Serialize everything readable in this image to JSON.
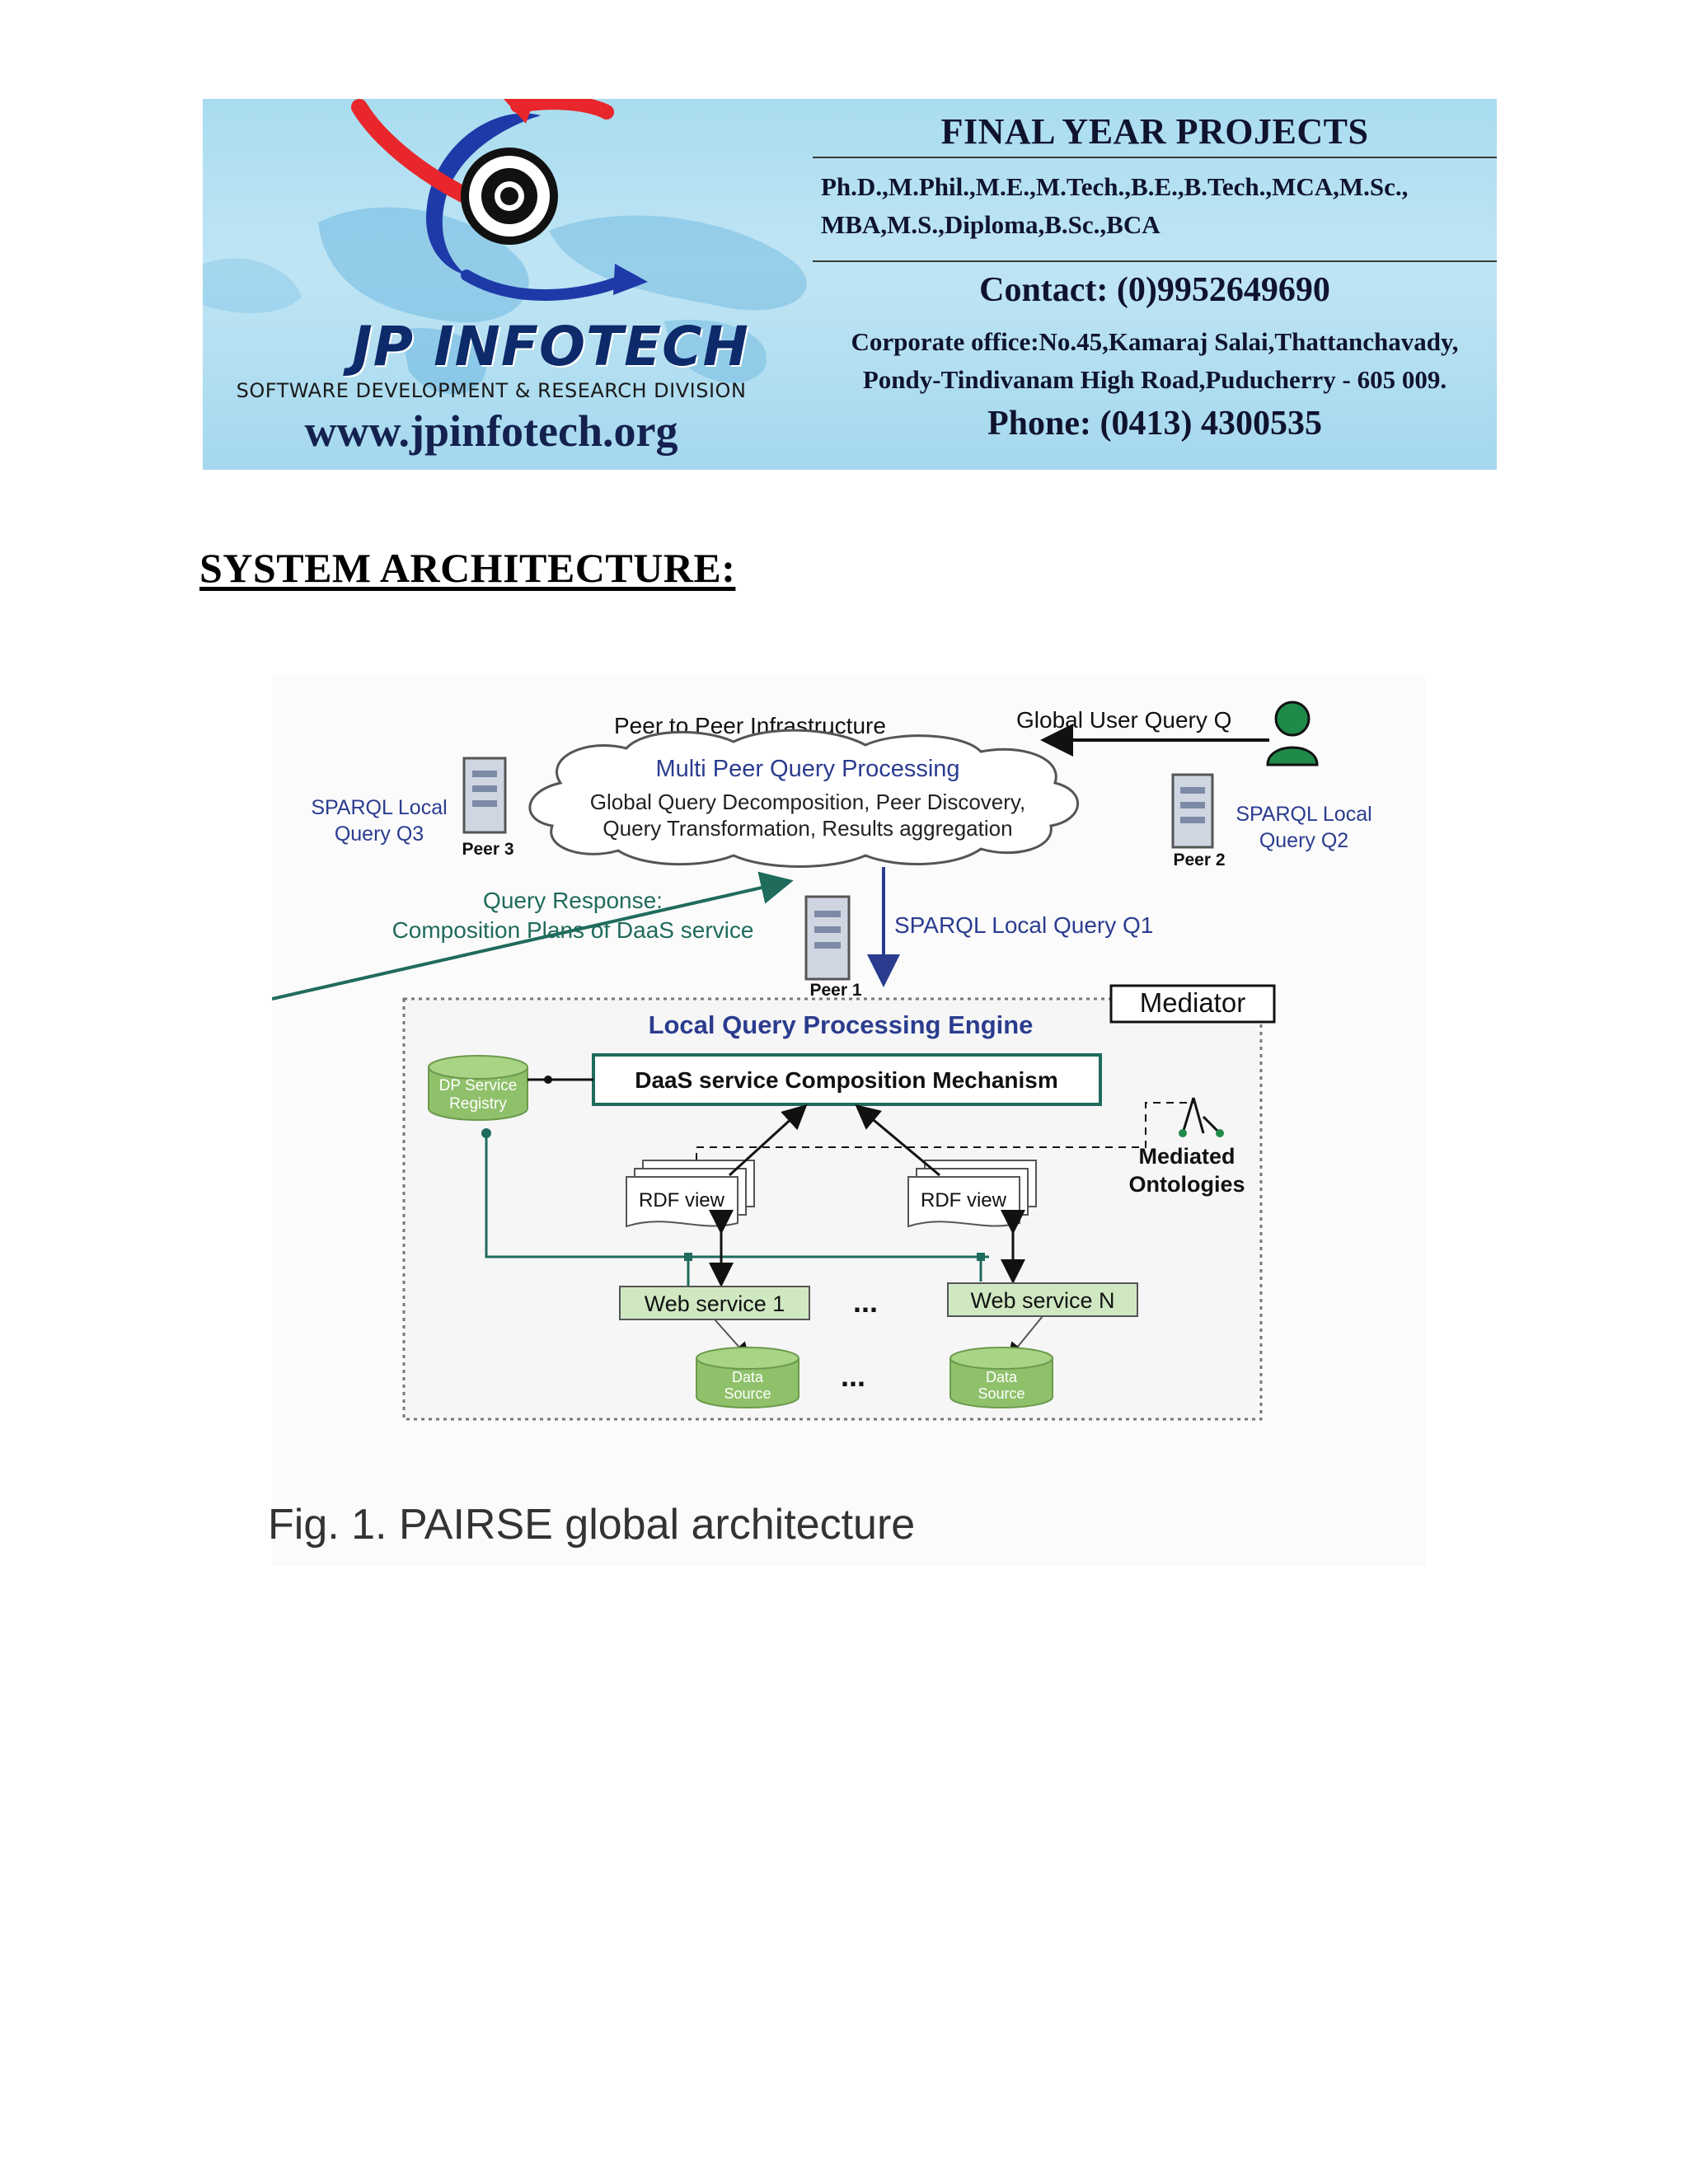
{
  "banner": {
    "brand_name": "JP INFOTECH",
    "division": "SOFTWARE DEVELOPMENT & RESEARCH DIVISION",
    "website": "www.jpinfotech.org",
    "title": "FINAL YEAR PROJECTS",
    "degrees_line1": "Ph.D.,M.Phil.,M.E.,M.Tech.,B.E.,B.Tech.,MCA,M.Sc.,",
    "degrees_line2": "MBA,M.S.,Diploma,B.Sc.,BCA",
    "contact": "Contact: (0)9952649690",
    "address_line1": "Corporate office:No.45,Kamaraj Salai,Thattanchavady,",
    "address_line2": "Pondy-Tindivanam High Road,Puducherry - 605 009.",
    "phone": "Phone: (0413) 4300535",
    "colors": {
      "background": "#b4e0f3",
      "text": "#10132e",
      "logo_red": "#e8262b",
      "logo_blue": "#1d3aa8"
    }
  },
  "heading": "SYSTEM ARCHITECTURE:",
  "diagram": {
    "p2p_title": "Peer to Peer Infrastructure",
    "global_query": "Global User Query Q",
    "cloud_title": "Multi Peer Query Processing",
    "cloud_line1": "Global Query Decomposition, Peer Discovery,",
    "cloud_line2": "Query Transformation, Results aggregation",
    "peer3_query_line1": "SPARQL Local",
    "peer3_query_line2": "Query Q3",
    "peer3": "Peer 3",
    "peer2_query_line1": "SPARQL Local",
    "peer2_query_line2": "Query Q2",
    "peer2": "Peer 2",
    "response_line1": "Query Response:",
    "response_line2": "Composition Plans of DaaS service",
    "local_query_q1": "SPARQL Local Query Q1",
    "peer1": "Peer 1",
    "mediator": "Mediator",
    "engine_title": "Local Query Processing Engine",
    "composition": "DaaS service Composition Mechanism",
    "registry_line1": "DP Service",
    "registry_line2": "Registry",
    "mediated_line1": "Mediated",
    "mediated_line2": "Ontologies",
    "rdf_view_1": "RDF view",
    "rdf_view_2": "RDF view",
    "web_service_1": "Web service 1",
    "web_service_n": "Web service N",
    "ellipsis": "...",
    "data_source_line1": "Data",
    "data_source_line2": "Source",
    "colors": {
      "blue_text": "#2b3c8f",
      "teal": "#1f6b5c",
      "green_box": "#cfe8c2",
      "cylinder": "#8fc06a"
    }
  },
  "caption": "Fig. 1.  PAIRSE global architecture"
}
